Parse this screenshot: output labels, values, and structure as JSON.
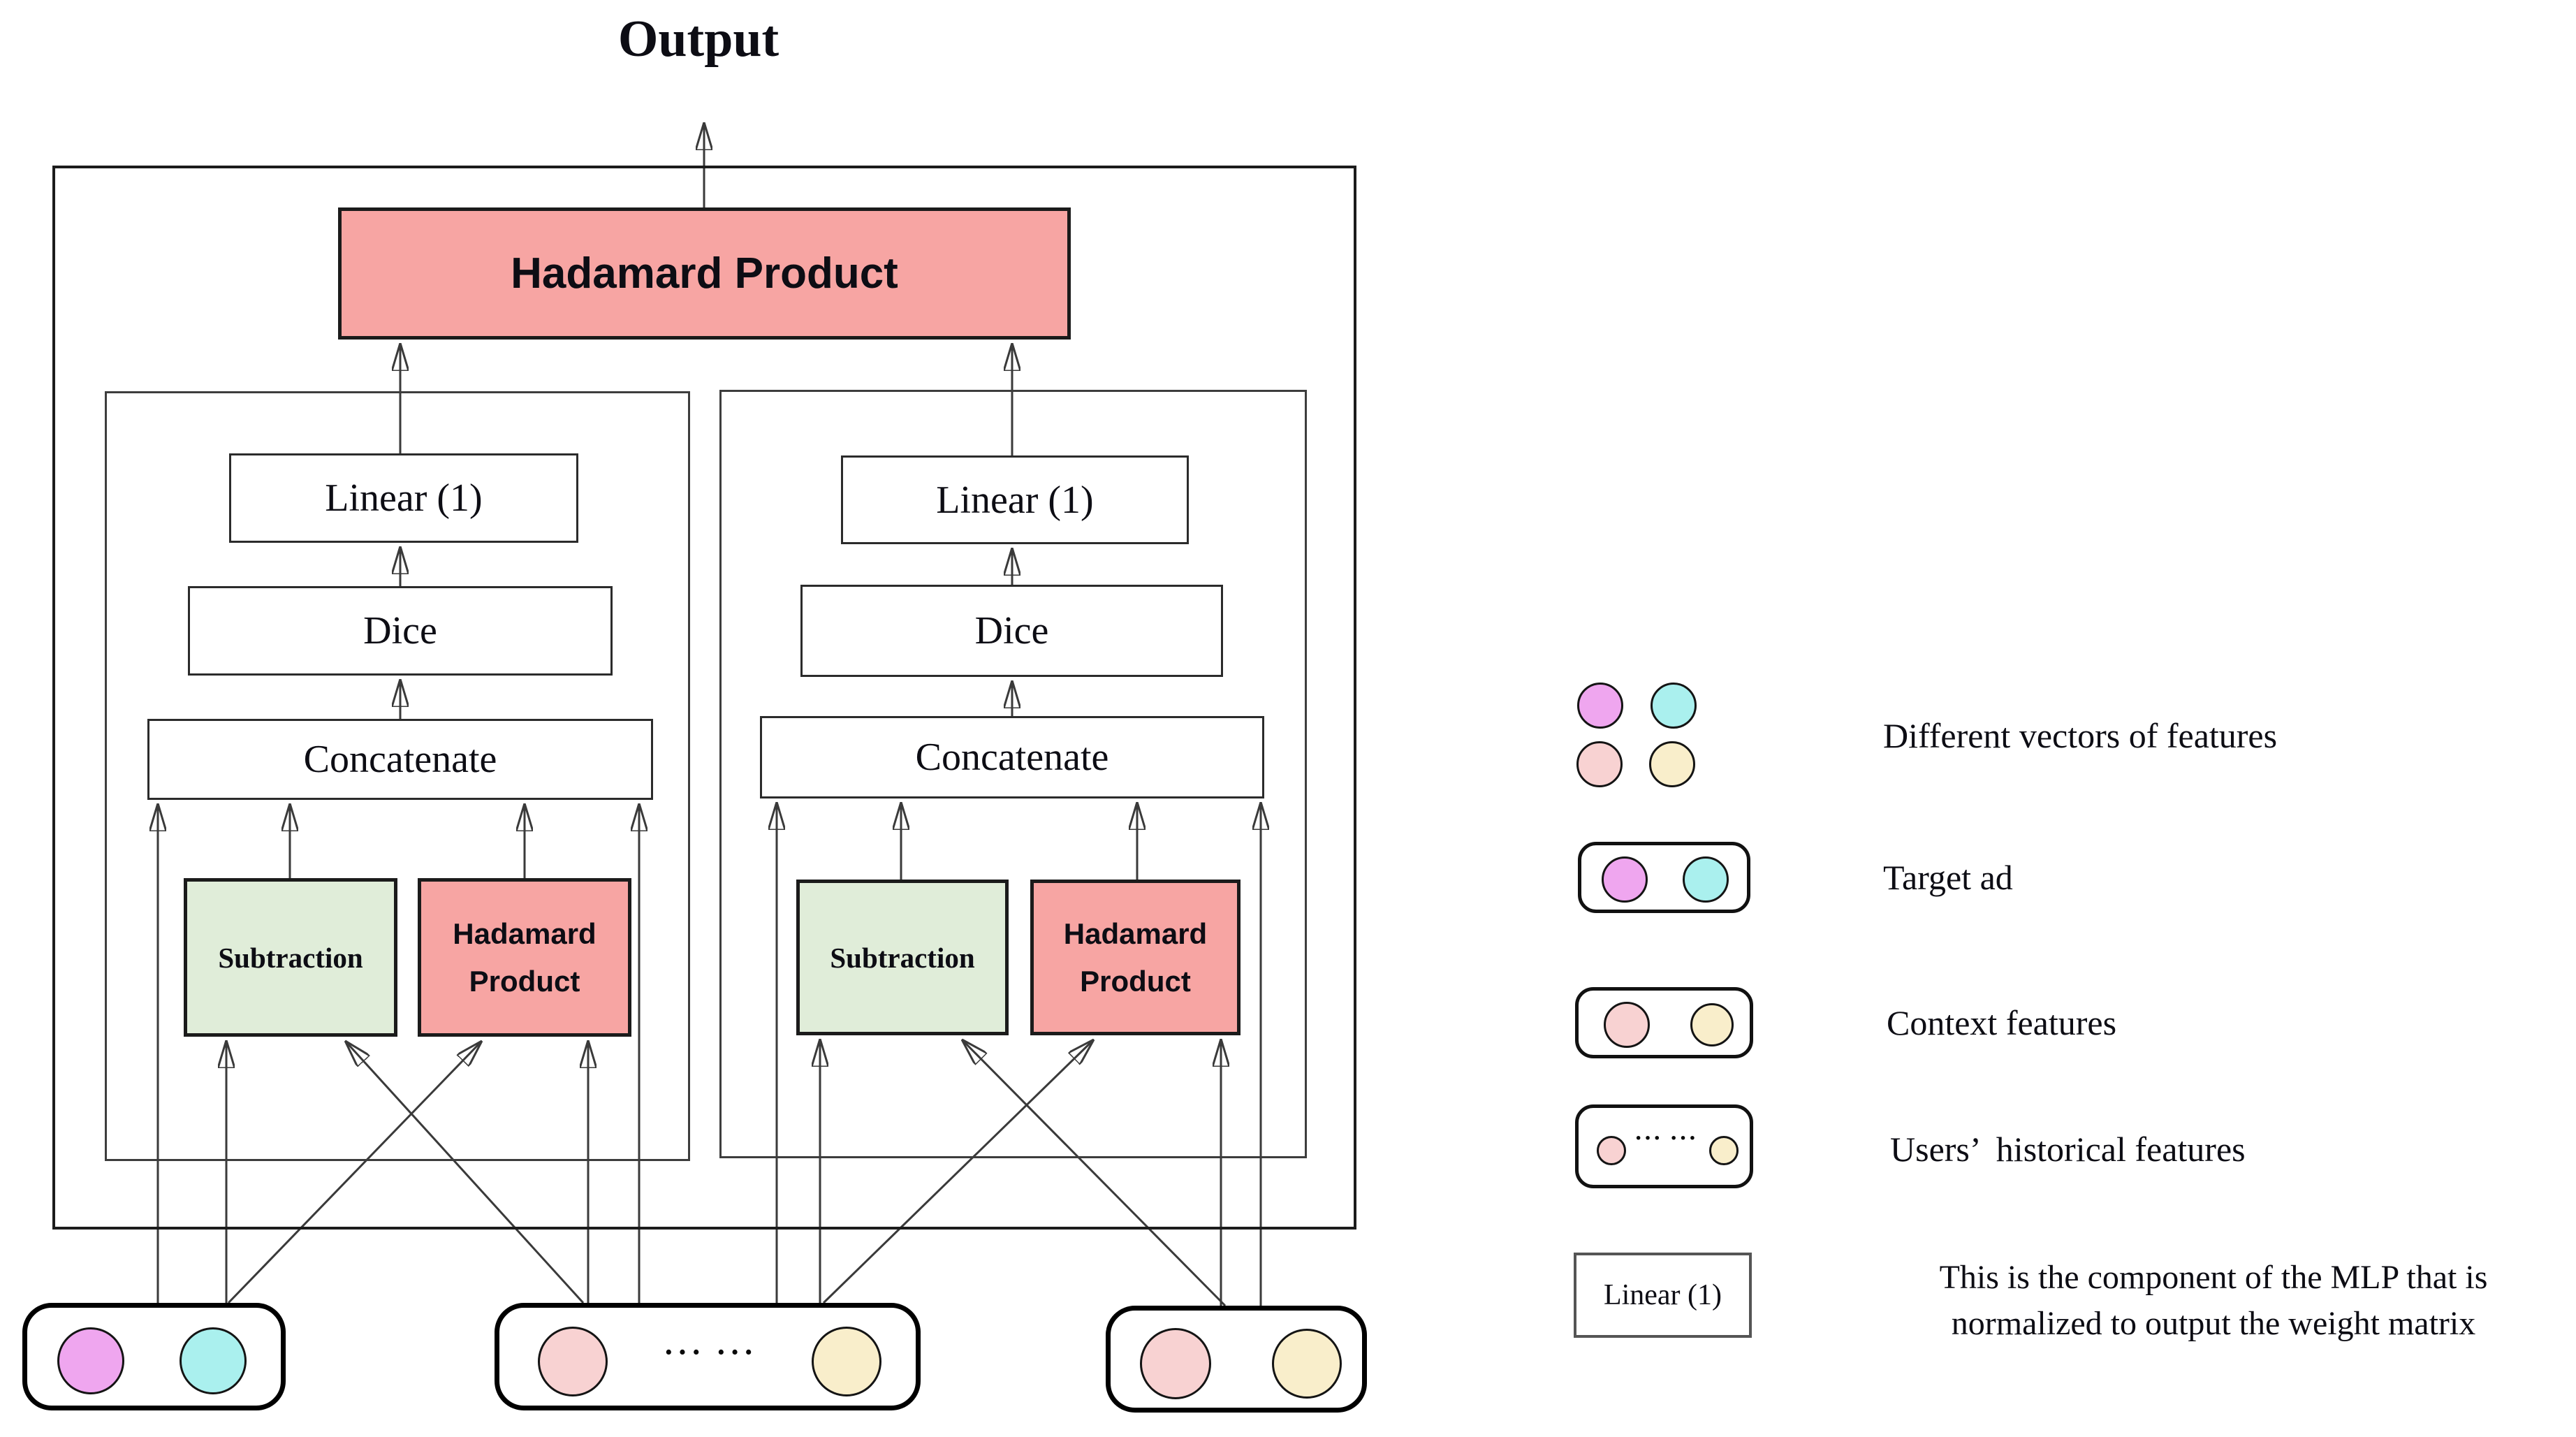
{
  "output_label": "Output",
  "hadamard_main": "Hadamard Product",
  "blocks": [
    {
      "linear": "Linear (1)",
      "dice": "Dice",
      "concatenate": "Concatenate",
      "subtraction": "Subtraction",
      "hadamard": "Hadamard Product"
    },
    {
      "linear": "Linear (1)",
      "dice": "Dice",
      "concatenate": "Concatenate",
      "subtraction": "Subtraction",
      "hadamard": "Hadamard Product"
    }
  ],
  "inputs": {
    "history_dots": "··· ···"
  },
  "legend": {
    "different_vectors": "Different vectors of features",
    "target_ad": "Target ad",
    "context_features": "Context features",
    "users_historical": "Users’  historical features",
    "users_dots": "··· ···",
    "linear_box": "Linear (1)",
    "mlp_note_line1": "This is the component of the MLP that is",
    "mlp_note_line2": "normalized to output the weight matrix"
  },
  "colors": {
    "hadamard_pink": "#F7A5A3",
    "subtraction_green": "#E0EDD9",
    "purple_vector": "#EFA6EF",
    "cyan_vector": "#AAF0EE",
    "pink_vector": "#F8D2D2",
    "yellow_vector": "#F9EECB",
    "line": "#3a3a3a"
  }
}
